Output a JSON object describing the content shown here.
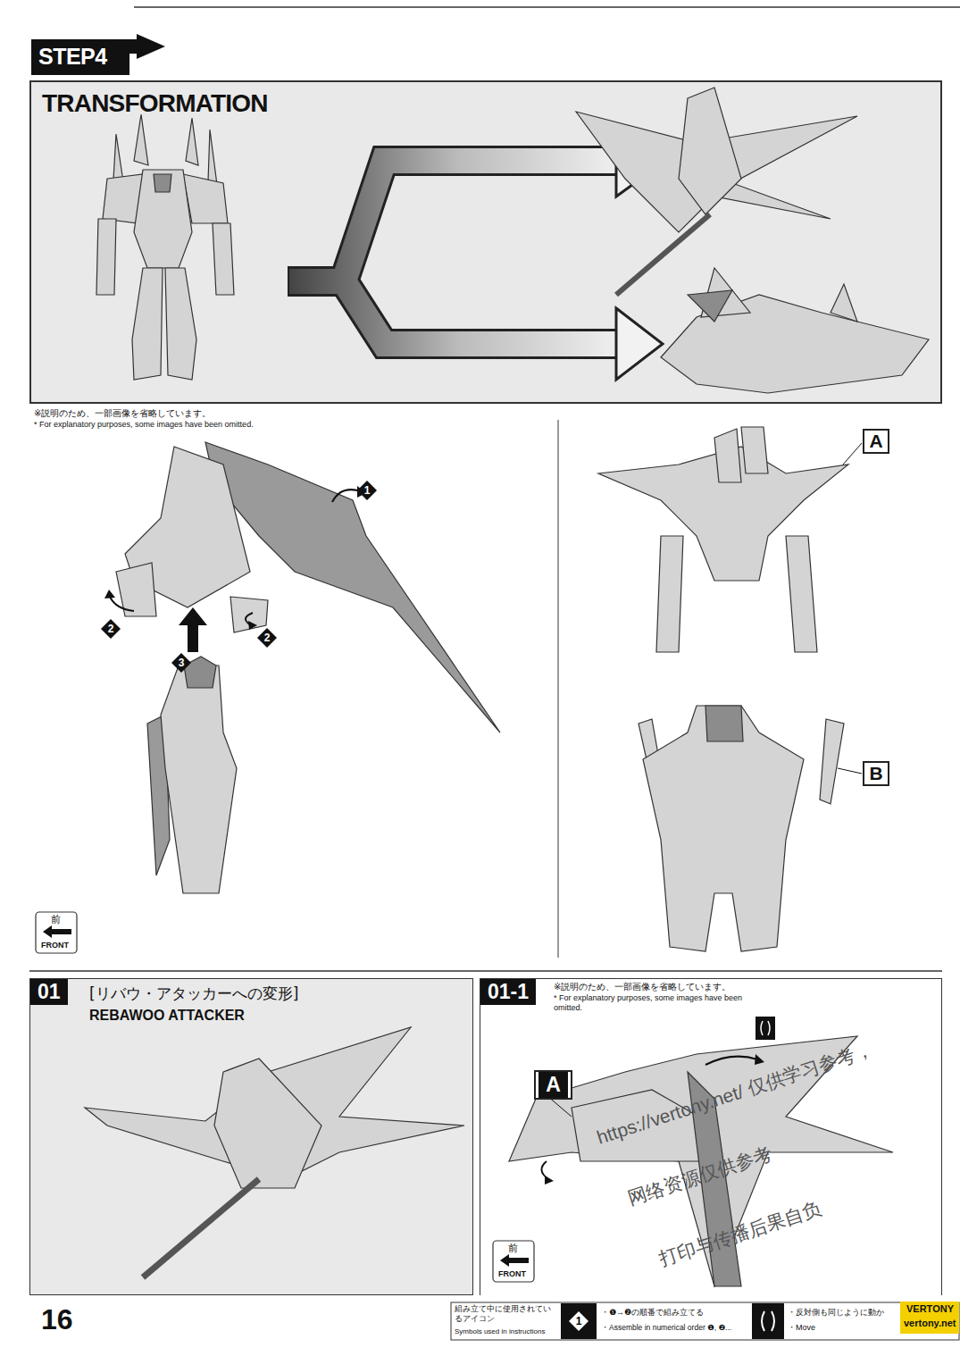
{
  "diagram": {
    "nodes": [
      {
        "text": [
          "STEP4"
        ]
      },
      {
        "text": [
          "TRANSFORMATION"
        ]
      },
      {
        "text": [
          "1"
        ]
      },
      {
        "text": [
          "2"
        ]
      },
      {
        "text": [
          "3"
        ]
      },
      {
        "text": [
          "2"
        ]
      },
      {
        "text": [
          "A"
        ]
      },
      {
        "text": [
          "B"
        ]
      },
      {
        "text": [
          "01",
          "[リバウ・アタッカーへの変形]",
          "REBAWOO ATTACKER"
        ]
      },
      {
        "text": [
          "01-1"
        ]
      },
      {
        "text": [
          "A"
        ],
        "in": 9
      },
      {
        "text": [
          "1"
        ]
      }
    ],
    "labels": [
      "※説明のため、一部画像を省略しています。",
      "* For explanatory purposes, some images have been omitted.",
      "前",
      "FRONT",
      "※説明のため、一部画像を省略しています。",
      "* For explanatory purposes, some images have been omitted.",
      "前",
      "FRONT",
      "16",
      "組み立て中に使用されているアイコン",
      "Symbols used in instructions",
      "・❶→❷の順番で組み立てる",
      "・Assemble in numerical order ❶, ❷...",
      "・反対側も同じように動か",
      "・Move",
      "https://vertony.net/ 仅供学习参考，",
      "网络资源仅供参考",
      "打印与传播后果自负",
      "VERTONY",
      "vertony.net"
    ]
  }
}
